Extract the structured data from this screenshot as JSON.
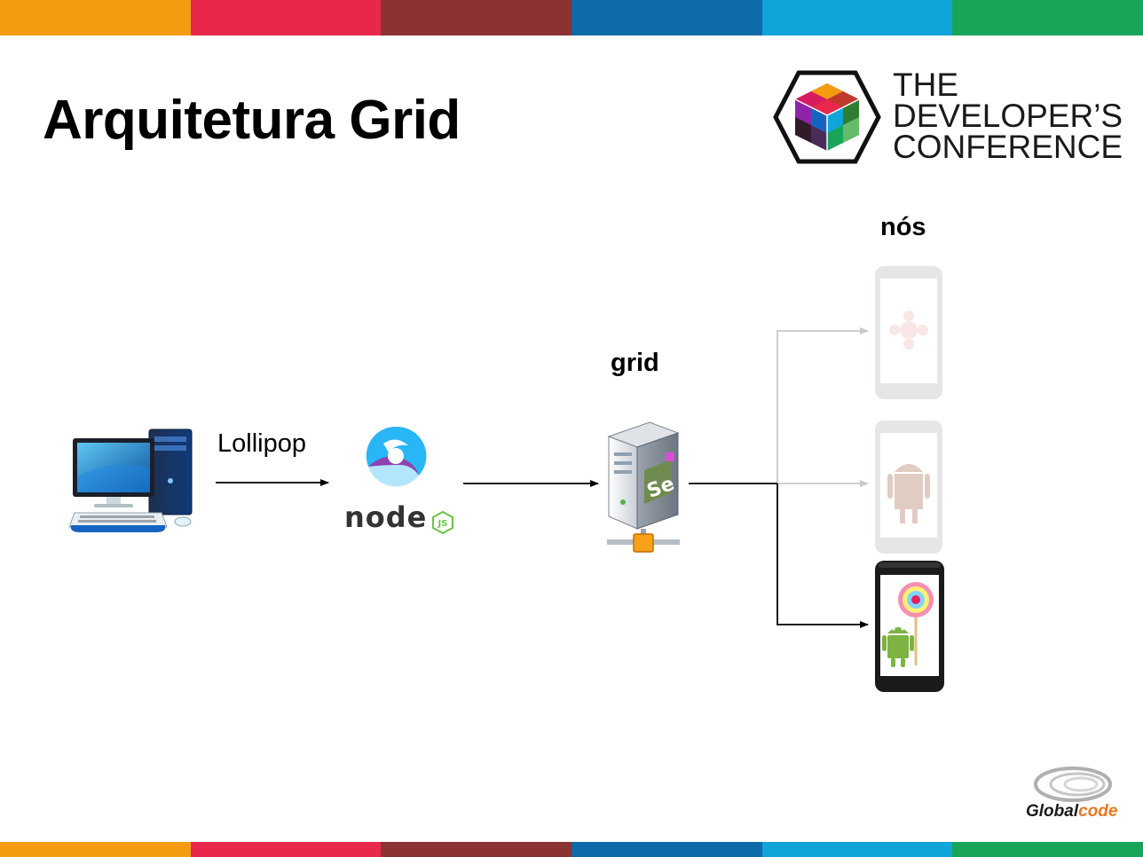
{
  "slide": {
    "title": "Arquitetura Grid",
    "stripe_colors": [
      "#f39c12",
      "#e8274b",
      "#8b3232",
      "#0e6aa8",
      "#10a5d8",
      "#18a55a"
    ]
  },
  "conference_logo": {
    "line1": "THE",
    "line2": "DEVELOPER’S",
    "line3": "CONFERENCE"
  },
  "diagram": {
    "edge_label_lollipop": "Lollipop",
    "server_label": "grid",
    "nodes_label": "nós",
    "nodejs_logo_text": "node",
    "nodejs_badge": "JS",
    "server_badge": "Se",
    "icons": [
      "desktop-computer-icon",
      "nodejs-logo-icon",
      "selenium-grid-server-icon",
      "kitkat-phone-icon",
      "android-phone-icon",
      "lollipop-phone-icon"
    ]
  },
  "footer_logo": {
    "brand_part1": "Global",
    "brand_part2": "code"
  }
}
